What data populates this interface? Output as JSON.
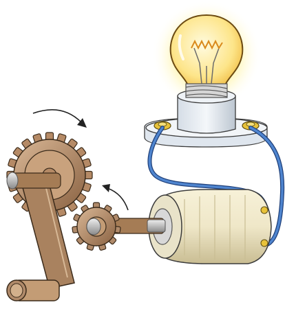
{
  "illustration": {
    "components": [
      {
        "name": "light-bulb",
        "icon": "lightbulb-icon"
      },
      {
        "name": "bulb-socket",
        "icon": "socket-icon"
      },
      {
        "name": "large-gear",
        "icon": "gear-icon"
      },
      {
        "name": "small-gear",
        "icon": "gear-icon"
      },
      {
        "name": "hand-crank",
        "icon": "crank-icon"
      },
      {
        "name": "generator",
        "icon": "generator-icon"
      },
      {
        "name": "wires",
        "icon": "wire-icon"
      },
      {
        "name": "rotation-arrows",
        "icon": "curved-arrow-icon"
      }
    ],
    "colors": {
      "glow": "#fff3a0",
      "glass": "#fde58a",
      "filament": "#d98a1c",
      "socket": "#e8eef4",
      "gear_large": "#b58a66",
      "gear_small": "#b08a6a",
      "crank": "#a9825f",
      "generator_body": "#efe7c8",
      "wire": "#3a6db5",
      "terminal": "#e8c23a",
      "shaft": "#c9c9c9",
      "arrow": "#222222"
    }
  }
}
